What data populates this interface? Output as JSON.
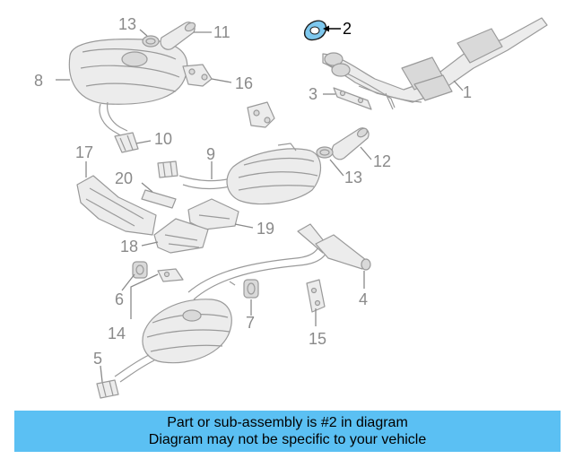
{
  "diagram": {
    "highlight_color": "#7ec8ee",
    "labels": [
      {
        "id": "1",
        "text": "1"
      },
      {
        "id": "2",
        "text": "2",
        "highlighted": true
      },
      {
        "id": "3",
        "text": "3"
      },
      {
        "id": "4",
        "text": "4"
      },
      {
        "id": "5",
        "text": "5"
      },
      {
        "id": "6",
        "text": "6"
      },
      {
        "id": "7",
        "text": "7"
      },
      {
        "id": "8",
        "text": "8"
      },
      {
        "id": "9",
        "text": "9"
      },
      {
        "id": "10",
        "text": "10"
      },
      {
        "id": "11",
        "text": "11"
      },
      {
        "id": "12",
        "text": "12"
      },
      {
        "id": "13a",
        "text": "13"
      },
      {
        "id": "13b",
        "text": "13"
      },
      {
        "id": "14",
        "text": "14"
      },
      {
        "id": "15",
        "text": "15"
      },
      {
        "id": "16",
        "text": "16"
      },
      {
        "id": "17",
        "text": "17"
      },
      {
        "id": "18",
        "text": "18"
      },
      {
        "id": "19",
        "text": "19"
      },
      {
        "id": "20",
        "text": "20"
      }
    ]
  },
  "banner": {
    "line1": "Part or sub-assembly is #2 in diagram",
    "line2": "Diagram may not be specific to your vehicle",
    "color": "#5bc0f3"
  }
}
